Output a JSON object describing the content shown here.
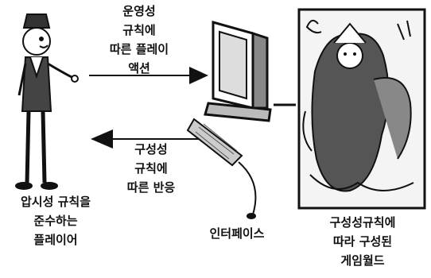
{
  "labels": {
    "action_line1": "운영성",
    "action_line2": "규칙에",
    "action_line3": "따른 플레이",
    "action_line4": "액션",
    "response_line1": "구성성",
    "response_line2": "규칙에",
    "response_line3": "따른 반응",
    "player_line1": "압시성 규칙을",
    "player_line2": "준수하는",
    "player_line3": "플레이어",
    "interface": "인터페이스",
    "world_line1": "구성성규칙에",
    "world_line2": "따라 구성된",
    "world_line3": "게임월드"
  },
  "icons": [
    "player-figure-icon",
    "computer-icon",
    "keyboard-icon",
    "game-world-icon"
  ]
}
